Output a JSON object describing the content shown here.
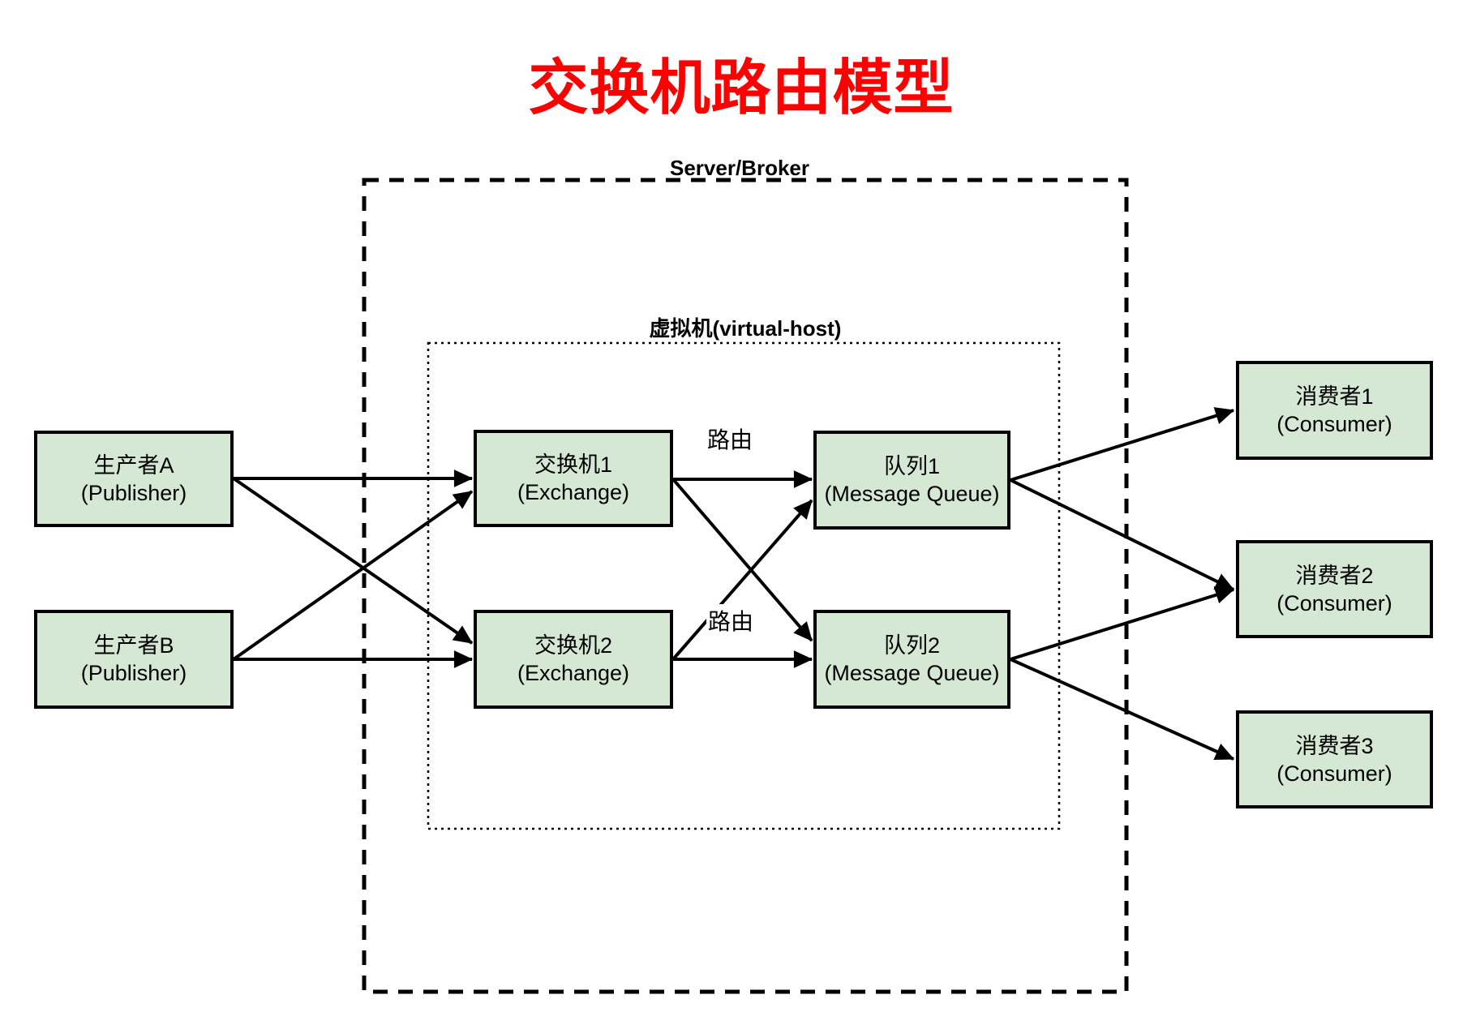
{
  "title": {
    "text": "交换机路由模型",
    "color": "#ff0000"
  },
  "containers": {
    "server_broker": {
      "label": "Server/Broker",
      "border_style": "dashed"
    },
    "virtual_host": {
      "label": "虚拟机(virtual-host)",
      "border_style": "dotted"
    }
  },
  "nodes": {
    "publisher_a": {
      "line1": "生产者A",
      "line2": "(Publisher)"
    },
    "publisher_b": {
      "line1": "生产者B",
      "line2": "(Publisher)"
    },
    "exchange_1": {
      "line1": "交换机1",
      "line2": "(Exchange)"
    },
    "exchange_2": {
      "line1": "交换机2",
      "line2": "(Exchange)"
    },
    "queue_1": {
      "line1": "队列1",
      "line2": "(Message Queue)"
    },
    "queue_2": {
      "line1": "队列2",
      "line2": "(Message Queue)"
    },
    "consumer_1": {
      "line1": "消费者1",
      "line2": "(Consumer)"
    },
    "consumer_2": {
      "line1": "消费者2",
      "line2": "(Consumer)"
    },
    "consumer_3": {
      "line1": "消费者3",
      "line2": "(Consumer)"
    }
  },
  "edge_labels": {
    "route_1": "路由",
    "route_2": "路由"
  },
  "edges": [
    {
      "from": "publisher_a",
      "to": "exchange_1"
    },
    {
      "from": "publisher_a",
      "to": "exchange_2"
    },
    {
      "from": "publisher_b",
      "to": "exchange_1"
    },
    {
      "from": "publisher_b",
      "to": "exchange_2"
    },
    {
      "from": "exchange_1",
      "to": "queue_1",
      "label": "路由"
    },
    {
      "from": "exchange_1",
      "to": "queue_2"
    },
    {
      "from": "exchange_2",
      "to": "queue_1"
    },
    {
      "from": "exchange_2",
      "to": "queue_2",
      "label": "路由"
    },
    {
      "from": "queue_1",
      "to": "consumer_1"
    },
    {
      "from": "queue_1",
      "to": "consumer_2"
    },
    {
      "from": "queue_2",
      "to": "consumer_2"
    },
    {
      "from": "queue_2",
      "to": "consumer_3"
    }
  ],
  "colors": {
    "background": "#ffffff",
    "node_fill": "#d5e8d4",
    "node_border": "#000000",
    "arrow": "#000000",
    "title": "#ff0000",
    "label_text": "#000000"
  }
}
